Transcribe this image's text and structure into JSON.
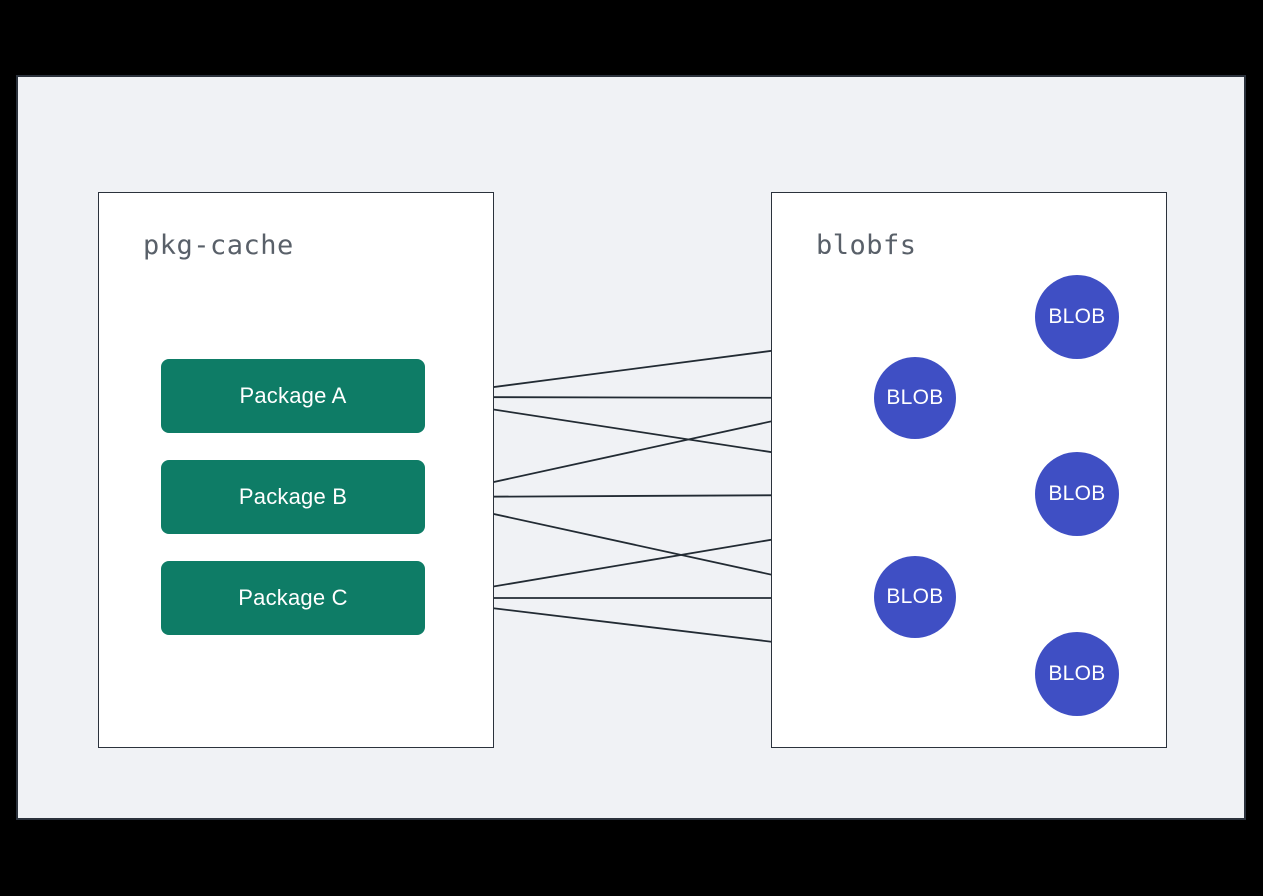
{
  "canvas": {
    "background_color": "#f0f2f5",
    "border_color": "#2b323c",
    "page_background": "#000000"
  },
  "containers": [
    {
      "id": "pkg-cache",
      "title": "pkg-cache",
      "title_color": "#596069",
      "fill": "#ffffff",
      "border_color": "#2b323c"
    },
    {
      "id": "blobfs",
      "title": "blobfs",
      "title_color": "#596069",
      "fill": "#ffffff",
      "border_color": "#2b323c"
    }
  ],
  "packages": {
    "fill": "#0e7c66",
    "text_color": "#ffffff",
    "items": [
      {
        "id": "package-a",
        "label": "Package A"
      },
      {
        "id": "package-b",
        "label": "Package B"
      },
      {
        "id": "package-c",
        "label": "Package C"
      }
    ]
  },
  "blobs": {
    "fill": "#3f4fc4",
    "text_color": "#ffffff",
    "items": [
      {
        "id": "blob-1",
        "label": "BLOB"
      },
      {
        "id": "blob-2",
        "label": "BLOB"
      },
      {
        "id": "blob-3",
        "label": "BLOB"
      },
      {
        "id": "blob-4",
        "label": "BLOB"
      },
      {
        "id": "blob-5",
        "label": "BLOB"
      }
    ]
  },
  "edges": {
    "stroke_color": "#222b33",
    "links": [
      {
        "from": "package-a",
        "to": "blob-1"
      },
      {
        "from": "package-a",
        "to": "blob-2"
      },
      {
        "from": "package-a",
        "to": "blob-3"
      },
      {
        "from": "package-b",
        "to": "blob-2"
      },
      {
        "from": "package-b",
        "to": "blob-3"
      },
      {
        "from": "package-b",
        "to": "blob-4"
      },
      {
        "from": "package-c",
        "to": "blob-3"
      },
      {
        "from": "package-c",
        "to": "blob-4"
      },
      {
        "from": "package-c",
        "to": "blob-5"
      }
    ]
  }
}
